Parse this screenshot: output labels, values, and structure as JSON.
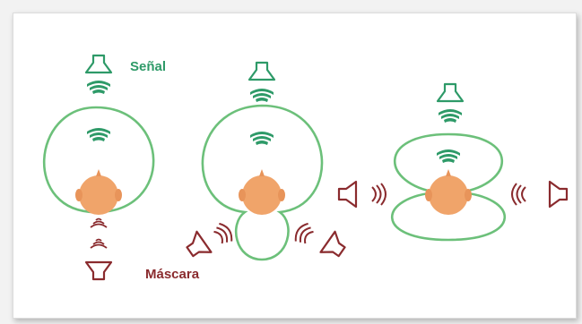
{
  "labels": {
    "signal": "Señal",
    "mask": "Máscara"
  },
  "colors": {
    "signal_green": "#2e9a68",
    "pattern_green": "#6cc07a",
    "mask_red": "#8a2b2e",
    "head": "#f0a46a",
    "frame_bg": "#ffffff",
    "outer_bg": "#f2f2f2"
  },
  "diagrams": [
    {
      "name": "omnidirectional-pattern",
      "signal_speaker": "front",
      "mask_speakers": [
        "rear"
      ]
    },
    {
      "name": "cardioid-pattern",
      "signal_speaker": "front",
      "mask_speakers": [
        "rear-left",
        "rear-right"
      ]
    },
    {
      "name": "figure-eight-pattern",
      "signal_speaker": "front",
      "mask_speakers": [
        "left",
        "right"
      ]
    }
  ],
  "icons": [
    "speaker-icon",
    "sound-wave-icon",
    "head-icon"
  ]
}
